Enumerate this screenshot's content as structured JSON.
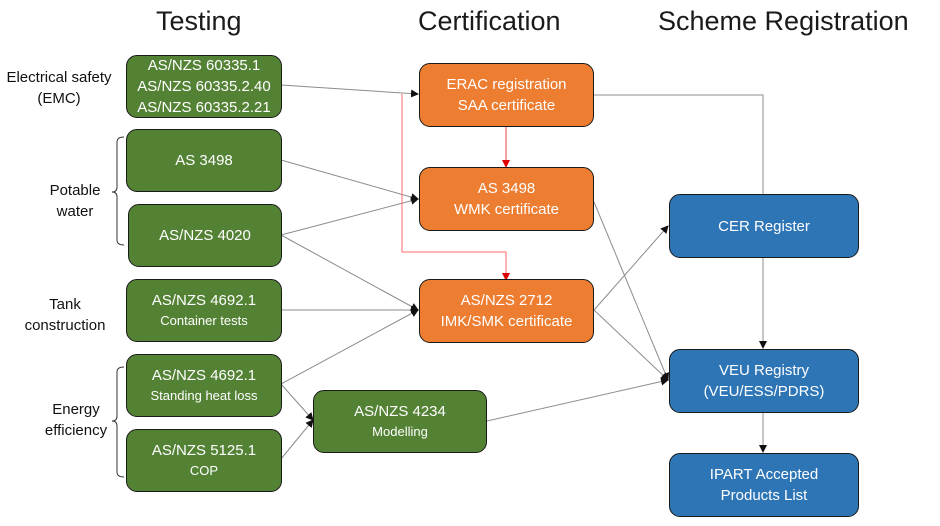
{
  "columns": {
    "testing": "Testing",
    "certification": "Certification",
    "scheme": "Scheme Registration"
  },
  "group_labels": {
    "electrical": [
      "Electrical safety",
      "(EMC)"
    ],
    "potable": [
      "Potable",
      "water"
    ],
    "tank": [
      "Tank",
      "construction"
    ],
    "energy": [
      "Energy",
      "efficiency"
    ]
  },
  "testing_boxes": {
    "emc": [
      "AS/NZS 60335.1",
      "AS/NZS 60335.2.40",
      "AS/NZS 60335.2.21"
    ],
    "as3498": "AS 3498",
    "nzs4020": "AS/NZS 4020",
    "container": {
      "title": "AS/NZS 4692.1",
      "subtitle": "Container tests"
    },
    "heatloss": {
      "title": "AS/NZS 4692.1",
      "subtitle": "Standing heat loss"
    },
    "cop": {
      "title": "AS/NZS 5125.1",
      "subtitle": "COP"
    },
    "modelling": {
      "title": "AS/NZS 4234",
      "subtitle": "Modelling"
    }
  },
  "certification_boxes": {
    "erac": [
      "ERAC registration",
      "SAA certificate"
    ],
    "wmk": [
      "AS 3498",
      "WMK certificate"
    ],
    "imk": [
      "AS/NZS 2712",
      "IMK/SMK certificate"
    ]
  },
  "scheme_boxes": {
    "cer": "CER Register",
    "veu": [
      "VEU Registry",
      "(VEU/ESS/PDRS)"
    ],
    "ipart": [
      "IPART Accepted",
      "Products List"
    ]
  },
  "colors": {
    "testing": "#548235",
    "certification": "#ed7d31",
    "scheme": "#2e75b6",
    "connector": "#808080",
    "highlight_connector": "#ff0000"
  }
}
